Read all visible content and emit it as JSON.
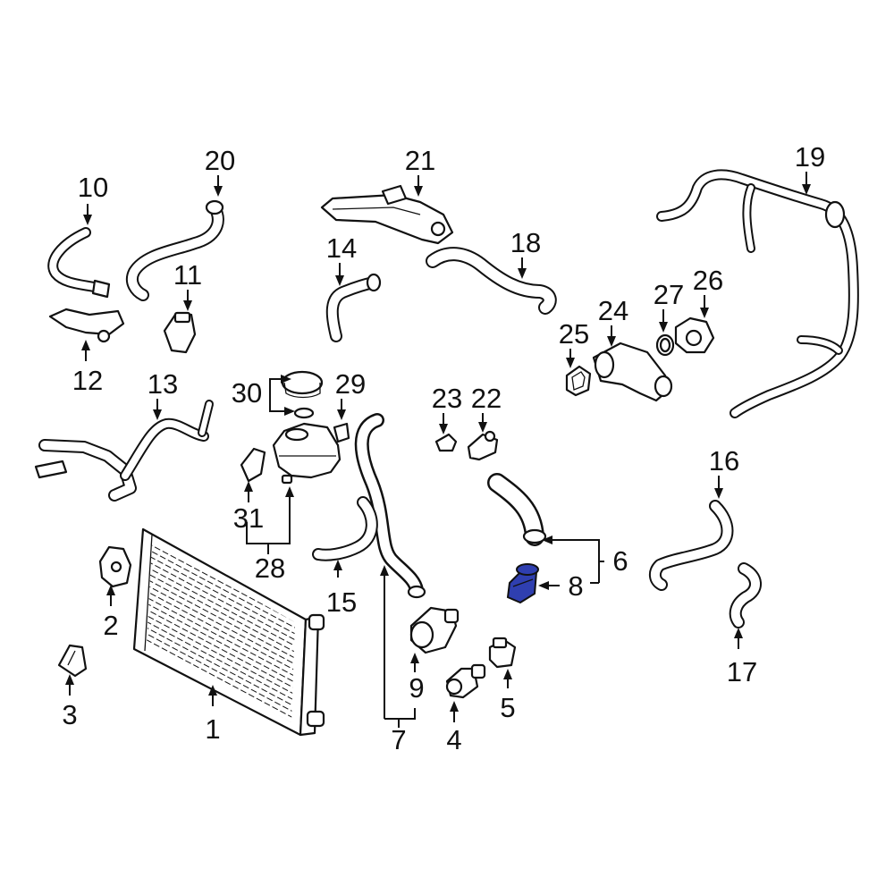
{
  "diagram": {
    "highlight_color": "#2f3fb0",
    "highlighted_part": "8",
    "callouts": {
      "c1": "1",
      "c2": "2",
      "c3": "3",
      "c4": "4",
      "c5": "5",
      "c6": "6",
      "c7": "7",
      "c8": "8",
      "c9": "9",
      "c10": "10",
      "c11": "11",
      "c12": "12",
      "c13": "13",
      "c14": "14",
      "c15": "15",
      "c16": "16",
      "c17": "17",
      "c18": "18",
      "c19": "19",
      "c20": "20",
      "c21": "21",
      "c22": "22",
      "c23": "23",
      "c24": "24",
      "c25": "25",
      "c26": "26",
      "c27": "27",
      "c28": "28",
      "c29": "29",
      "c30": "30",
      "c31": "31"
    }
  }
}
